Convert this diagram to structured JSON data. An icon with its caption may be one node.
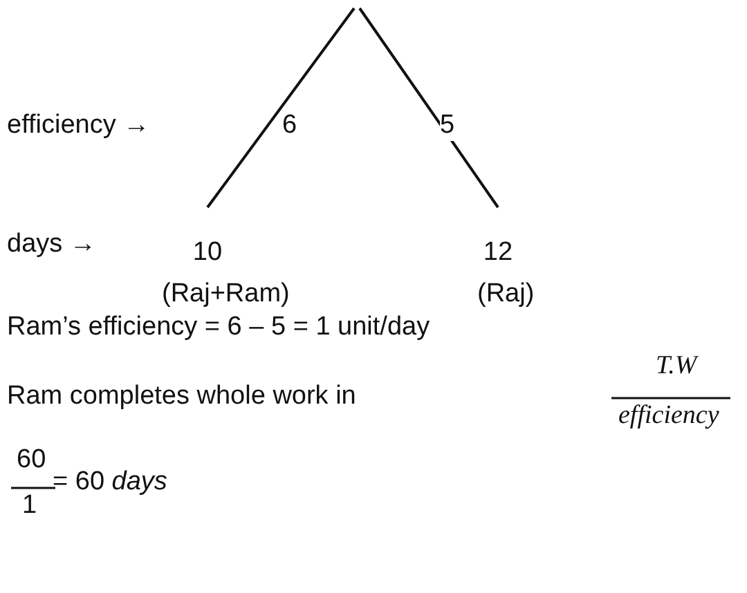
{
  "diagram": {
    "nodes": [
      {
        "text": [
          "10"
        ],
        "beside": [
          "(Raj+Ram)"
        ]
      },
      {
        "text": [
          "12"
        ],
        "beside": [
          "(Raj)"
        ]
      }
    ],
    "edges": [
      {
        "from": null,
        "to": 0,
        "arrow": "none",
        "label": "6"
      },
      {
        "from": null,
        "to": 1,
        "arrow": "none",
        "label": "5"
      }
    ],
    "labels": [
      "efficiency →",
      "days →",
      "Ram’s efficiency  = 6 – 5 = 1 unit/day",
      "Ram completes whole work in",
      "*T.W*",
      "*efficiency*",
      "60",
      "1",
      "= 60 *days*"
    ]
  }
}
